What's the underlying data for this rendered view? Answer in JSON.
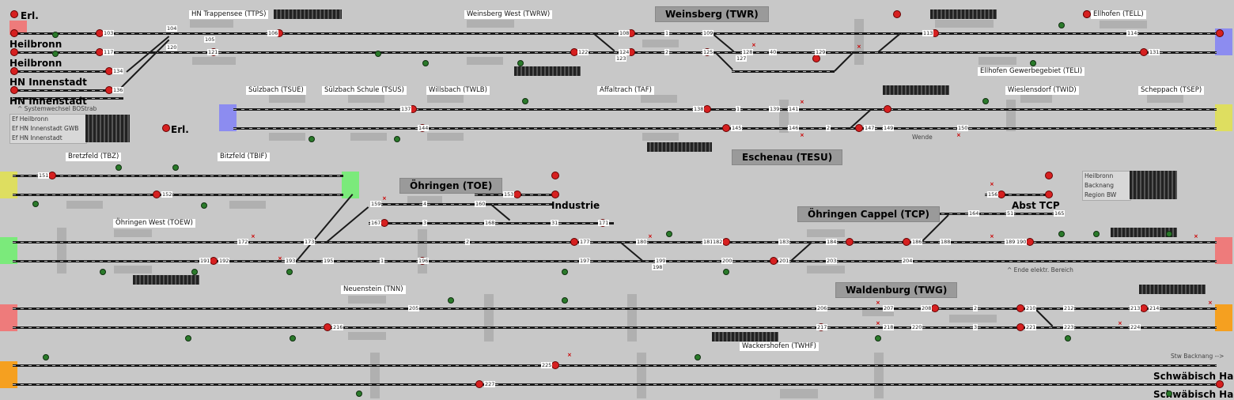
{
  "stations": {
    "weinsberg": "Weinsberg (TWR)",
    "eschenau": "Eschenau (TESU)",
    "oehringen": "Öhringen (TOE)",
    "oehringen_cappel": "Öhringen Cappel (TCP)",
    "waldenburg": "Waldenburg (TWG)"
  },
  "labels": {
    "hn_trappensee": "HN Trappensee (TTPS)",
    "weinsberg_west": "Weinsberg West (TWRW)",
    "ellhofen": "Ellhofen (TELL)",
    "ellhofen_gewerbe": "Ellhofen Gewerbegebiet (TELI)",
    "suelzbach": "Sülzbach (TSUE)",
    "suelzbach_schule": "Sülzbach Schule (TSUS)",
    "willsbach": "Willsbach (TWLB)",
    "affaltrach": "Affaltrach (TAF)",
    "wieslensdorf": "Wieslensdorf (TWID)",
    "scheppach": "Scheppach (TSEP)",
    "bretzfeld": "Bretzfeld (TBZ)",
    "bitzfeld": "Bitzfeld (TBIF)",
    "oehringen_west": "Öhringen West (TOEW)",
    "neuenstein": "Neuenstein (TNN)",
    "wackershofen": "Wackershofen (TWHF)"
  },
  "bold": {
    "erl1": "Erl.",
    "heilbronn1": "Heilbronn",
    "heilbronn2": "Heilbronn",
    "hn_innen1": "HN Innenstadt",
    "hn_innen2": "HN Innenstadt",
    "erl2": "Erl.",
    "industrie": "Industrie",
    "abst_tcp": "Abst TCP",
    "sha1": "Schwäbisch Hall",
    "sha2": "Schwäbisch Hall"
  },
  "notes": {
    "systemwechsel": "^ Systemwechsel BOStrab",
    "wende": "Wende",
    "ende_elektr": "^ Ende elektr. Bereich",
    "stw_backnang": "Stw Backnang -->"
  },
  "legend_left": [
    "Ef Heilbronn",
    "Ef HN Innenstadt GWB",
    "Ef HN Innenstadt"
  ],
  "legend_right": [
    "Heilbronn",
    "Backnang",
    "Region BW"
  ],
  "numbers": {
    "n103": "103",
    "n104": "104",
    "n105": "105",
    "n106": "106",
    "n108": "108",
    "n109": "109",
    "n113": "113",
    "n114": "114",
    "n117": "117",
    "n120": "120",
    "n121": "121",
    "n122": "122",
    "n123": "123",
    "n124": "124",
    "n125": "125",
    "n127": "127",
    "n128": "128",
    "n129": "129",
    "n131": "131",
    "n134": "134",
    "n136": "136",
    "n137": "137",
    "n138": "138",
    "n139": "139",
    "n141": "141",
    "n144": "144",
    "n145": "145",
    "n146": "146",
    "n147": "147",
    "n149": "149",
    "n150": "150",
    "n151": "151",
    "n152": "152",
    "n153": "153",
    "n156": "156",
    "n159": "159",
    "n160": "160",
    "n164": "164",
    "n165": "165",
    "n167": "167",
    "n168": "168",
    "n171": "171",
    "n172": "172",
    "n173": "173",
    "n177": "177",
    "n180": "180",
    "n181": "181",
    "n182": "182",
    "n183": "183",
    "n184": "184",
    "n186": "186",
    "n188": "188",
    "n189": "189",
    "n190": "190",
    "n191": "191",
    "n192": "192",
    "n193": "193",
    "n195": "195",
    "n196": "196",
    "n197": "197",
    "n198": "198",
    "n199": "199",
    "n200": "200",
    "n201": "201",
    "n203": "203",
    "n204": "204",
    "n205": "205",
    "n206": "206",
    "n207": "207",
    "n208": "208",
    "n210": "210",
    "n212": "212",
    "n213": "213",
    "n214": "214",
    "n216": "216",
    "n217": "217",
    "n218": "218",
    "n220": "220",
    "n221": "221",
    "n223": "223",
    "n224": "224",
    "n225": "225",
    "n227": "227",
    "t1": "1",
    "t2": "2",
    "t40": "40",
    "t1b": "1",
    "t2b": "2",
    "t4": "4",
    "t3": "3",
    "t2c": "2",
    "t1c": "1",
    "t31": "31",
    "t51": "51",
    "t2d": "2",
    "t3b": "3"
  },
  "colors": {
    "edge_red": "#ee7b7b",
    "edge_blue": "#8c8cf0",
    "edge_yellow": "#dede60",
    "edge_green": "#7bea7b",
    "edge_orange": "#f5a020",
    "signal_red": "#d62020",
    "signal_green": "#2a7a2a"
  }
}
